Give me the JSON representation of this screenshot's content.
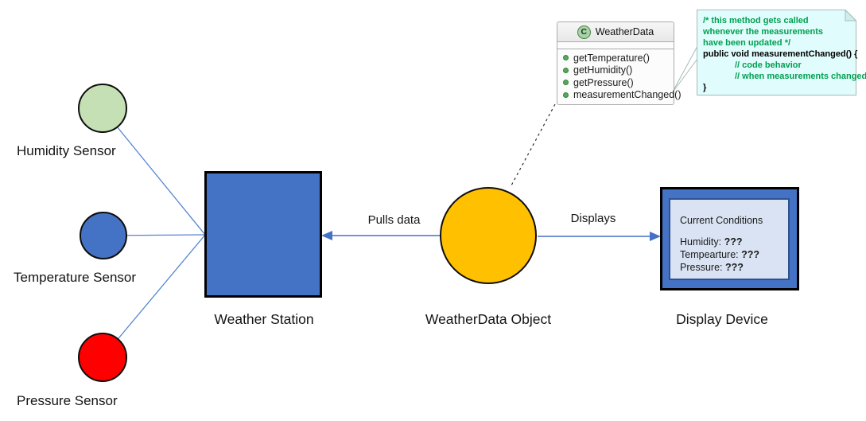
{
  "labels": {
    "humidity_sensor": "Humidity Sensor",
    "temperature_sensor": "Temperature Sensor",
    "pressure_sensor": "Pressure Sensor",
    "weather_station": "Weather Station",
    "weather_data_object": "WeatherData Object",
    "display_device": "Display Device",
    "pulls_data": "Pulls data",
    "displays": "Displays"
  },
  "uml_class": {
    "icon_letter": "C",
    "name": "WeatherData",
    "methods": [
      "getTemperature()",
      "getHumidity()",
      "getPressure()",
      "measurementChanged()"
    ]
  },
  "note": {
    "lines": [
      "/* this method gets called",
      "whenever the measurements",
      "have been updated */",
      "public void measurementChanged() {",
      "// code behavior",
      "// when measurements changed",
      "}"
    ]
  },
  "display_screen": {
    "title": "Current Conditions",
    "readings": [
      {
        "name": "Humidity: ",
        "value": "???"
      },
      {
        "name": "Tempearture: ",
        "value": "???"
      },
      {
        "name": "Pressure: ",
        "value": "???"
      }
    ]
  },
  "colors": {
    "humidity_fill": "#C5E0B4",
    "temperature_fill": "#4472C4",
    "pressure_fill": "#FF0000",
    "weather_station_fill": "#4472C4",
    "weather_data_fill": "#FFC000",
    "display_outer_fill": "#4472C4",
    "display_screen_fill": "#DAE3F3",
    "display_screen_border": "#2F528F",
    "connector_blue": "#5585D2",
    "note_fill": "#E1FCFC",
    "note_border": "#A6BABA",
    "note_text_green": "#00A050"
  }
}
